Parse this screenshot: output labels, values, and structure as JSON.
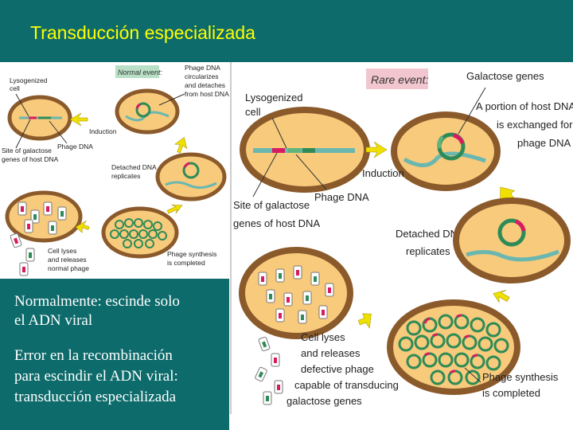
{
  "slide": {
    "title": "Transducción especializada",
    "notes": [
      "Normalmente: escinde solo",
      "el ADN viral",
      "Error en la recombinación",
      "para escindir el ADN viral:",
      "transducción especializada"
    ]
  },
  "left_diagram": {
    "event_label": "Normal event:",
    "lysogenized_cell": [
      "Lysogenized",
      "cell"
    ],
    "phage_dna_circularizes": [
      "Phage DNA",
      "circularizes",
      "and detaches",
      "from host DNA"
    ],
    "induction": "Induction",
    "site_galactose": [
      "Site of galactose",
      "genes of host DNA"
    ],
    "phage_dna": "Phage DNA",
    "detached_dna": [
      "Detached DNA",
      "replicates"
    ],
    "cell_lyses": [
      "Cell lyses",
      "and releases",
      "normal phage"
    ],
    "phage_synthesis": [
      "Phage synthesis",
      "is completed"
    ]
  },
  "right_diagram": {
    "event_label": "Rare event:",
    "galactose_genes": "Galactose genes",
    "lysogenized_cell": [
      "Lysogenized",
      "cell"
    ],
    "portion_host_dna": [
      "A portion of host DNA",
      "is exchanged for",
      "phage DNA"
    ],
    "induction": "Induction",
    "site_galactose": [
      "Site of galactose",
      "genes of host DNA"
    ],
    "phage_dna": "Phage DNA",
    "detached_dna": [
      "Detached DNA",
      "replicates"
    ],
    "cell_lyses": [
      "Cell lyses",
      "and releases",
      "defective phage",
      "capable of transducing",
      "galactose genes"
    ],
    "phage_synthesis": [
      "Phage synthesis",
      "is completed"
    ]
  },
  "colors": {
    "header_bg": "#0e6b6b",
    "title": "#ffff00",
    "cell_wall": "#8b5a2b",
    "cell_fill": "#f7ca7c",
    "arrow": "#f0e000"
  }
}
